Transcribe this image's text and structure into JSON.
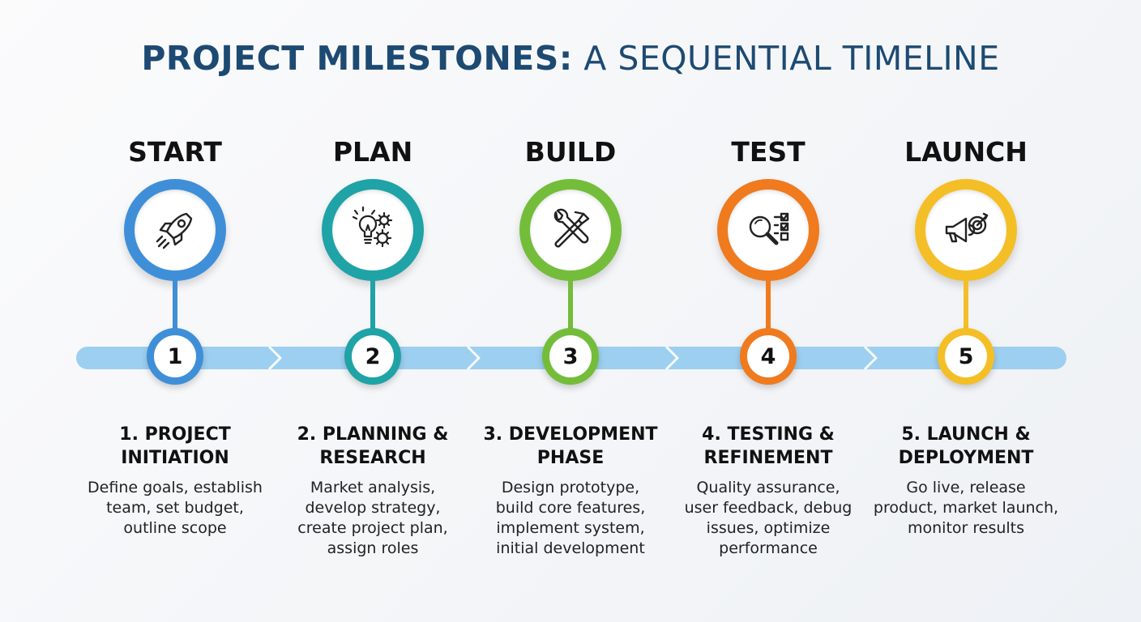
{
  "title": {
    "bold": "PROJECT MILESTONES:",
    "light": " A SEQUENTIAL TIMELINE"
  },
  "steps": [
    {
      "label": "START",
      "number": "1",
      "color": "#3f8fd8",
      "icon": "rocket-icon",
      "heading": [
        "1. PROJECT",
        "INITIATION"
      ],
      "desc": [
        "Define goals, establish",
        "team, set budget,",
        "outline scope"
      ]
    },
    {
      "label": "PLAN",
      "number": "2",
      "color": "#1fa3a6",
      "icon": "lightbulb-gears-icon",
      "heading": [
        "2. PLANNING &",
        "RESEARCH"
      ],
      "desc": [
        "Market analysis,",
        "develop strategy,",
        "create project plan,",
        "assign roles"
      ]
    },
    {
      "label": "BUILD",
      "number": "3",
      "color": "#74bd3a",
      "icon": "wrench-hammer-icon",
      "heading": [
        "3. DEVELOPMENT",
        "PHASE"
      ],
      "desc": [
        "Design prototype,",
        "build core features,",
        "implement system,",
        "initial development"
      ]
    },
    {
      "label": "TEST",
      "number": "4",
      "color": "#f07a1e",
      "icon": "magnifier-checklist-icon",
      "heading": [
        "4. TESTING &",
        "REFINEMENT"
      ],
      "desc": [
        "Quality assurance,",
        "user feedback, debug",
        "issues, optimize",
        "performance"
      ]
    },
    {
      "label": "LAUNCH",
      "number": "5",
      "color": "#f4bf26",
      "icon": "megaphone-target-icon",
      "heading": [
        "5. LAUNCH &",
        "DEPLOYMENT"
      ],
      "desc": [
        "Go live, release",
        "product, market launch,",
        "monitor results"
      ]
    }
  ]
}
